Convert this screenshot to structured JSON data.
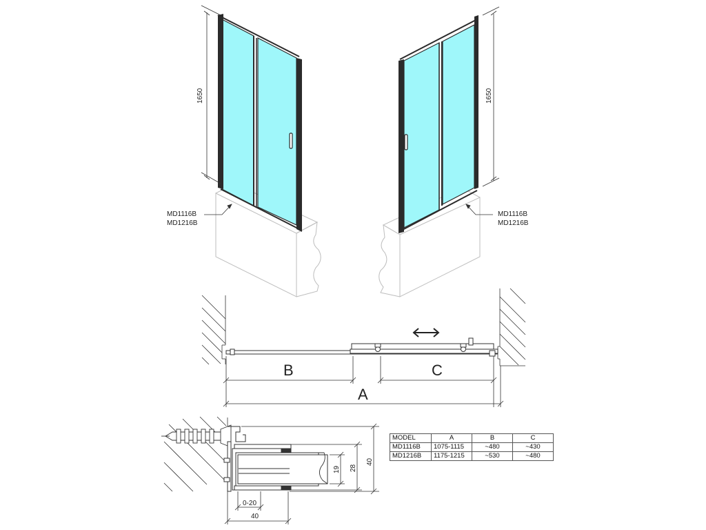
{
  "colors": {
    "glass": "#9ff7fa",
    "frame": "#2b2b2b",
    "light_line": "#bdbdbd",
    "dim_line": "#333333"
  },
  "left_view": {
    "height_label": "1650",
    "model_labels": [
      "MD1116B",
      "MD1216B"
    ]
  },
  "right_view": {
    "height_label": "1650",
    "model_labels": [
      "MD1116B",
      "MD1216B"
    ]
  },
  "plan_view": {
    "dim_a": "A",
    "dim_b": "B",
    "dim_c": "C",
    "arrow_icon": "double-arrow-icon"
  },
  "detail_view": {
    "dim_19": "19",
    "dim_28": "28",
    "dim_40_vertical": "40",
    "dim_0_20": "0-20",
    "dim_40_horizontal": "40"
  },
  "spec_table": {
    "headers": [
      "MODEL",
      "A",
      "B",
      "C"
    ],
    "rows": [
      [
        "MD1116B",
        "1075-1115",
        "~480",
        "~430"
      ],
      [
        "MD1216B",
        "1175-1215",
        "~530",
        "~480"
      ]
    ]
  }
}
